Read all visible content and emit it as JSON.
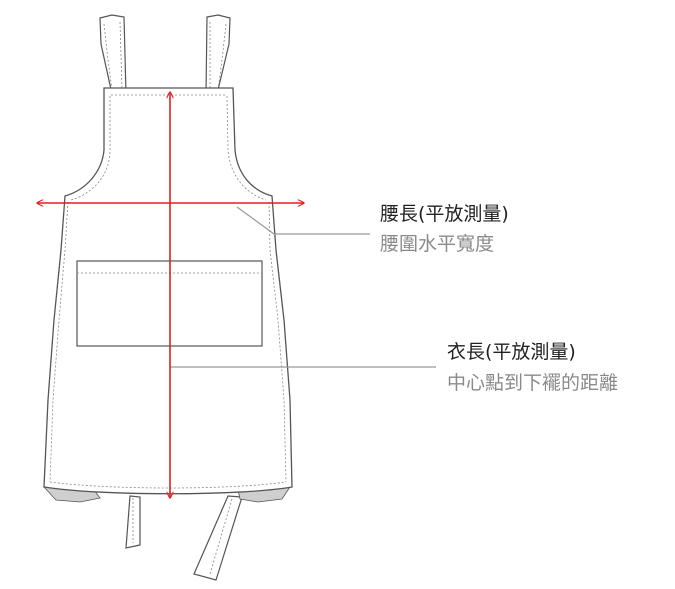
{
  "colors": {
    "outline": "#555555",
    "stitch": "#888888",
    "shadow": "#cfcfcf",
    "measure": "#e02020",
    "leader": "#999999"
  },
  "labels": {
    "waist": {
      "title": "腰長(平放測量)",
      "subtitle": "腰圍水平寬度"
    },
    "length": {
      "title": "衣長(平放測量)",
      "subtitle": "中心點到下襬的距離"
    }
  }
}
